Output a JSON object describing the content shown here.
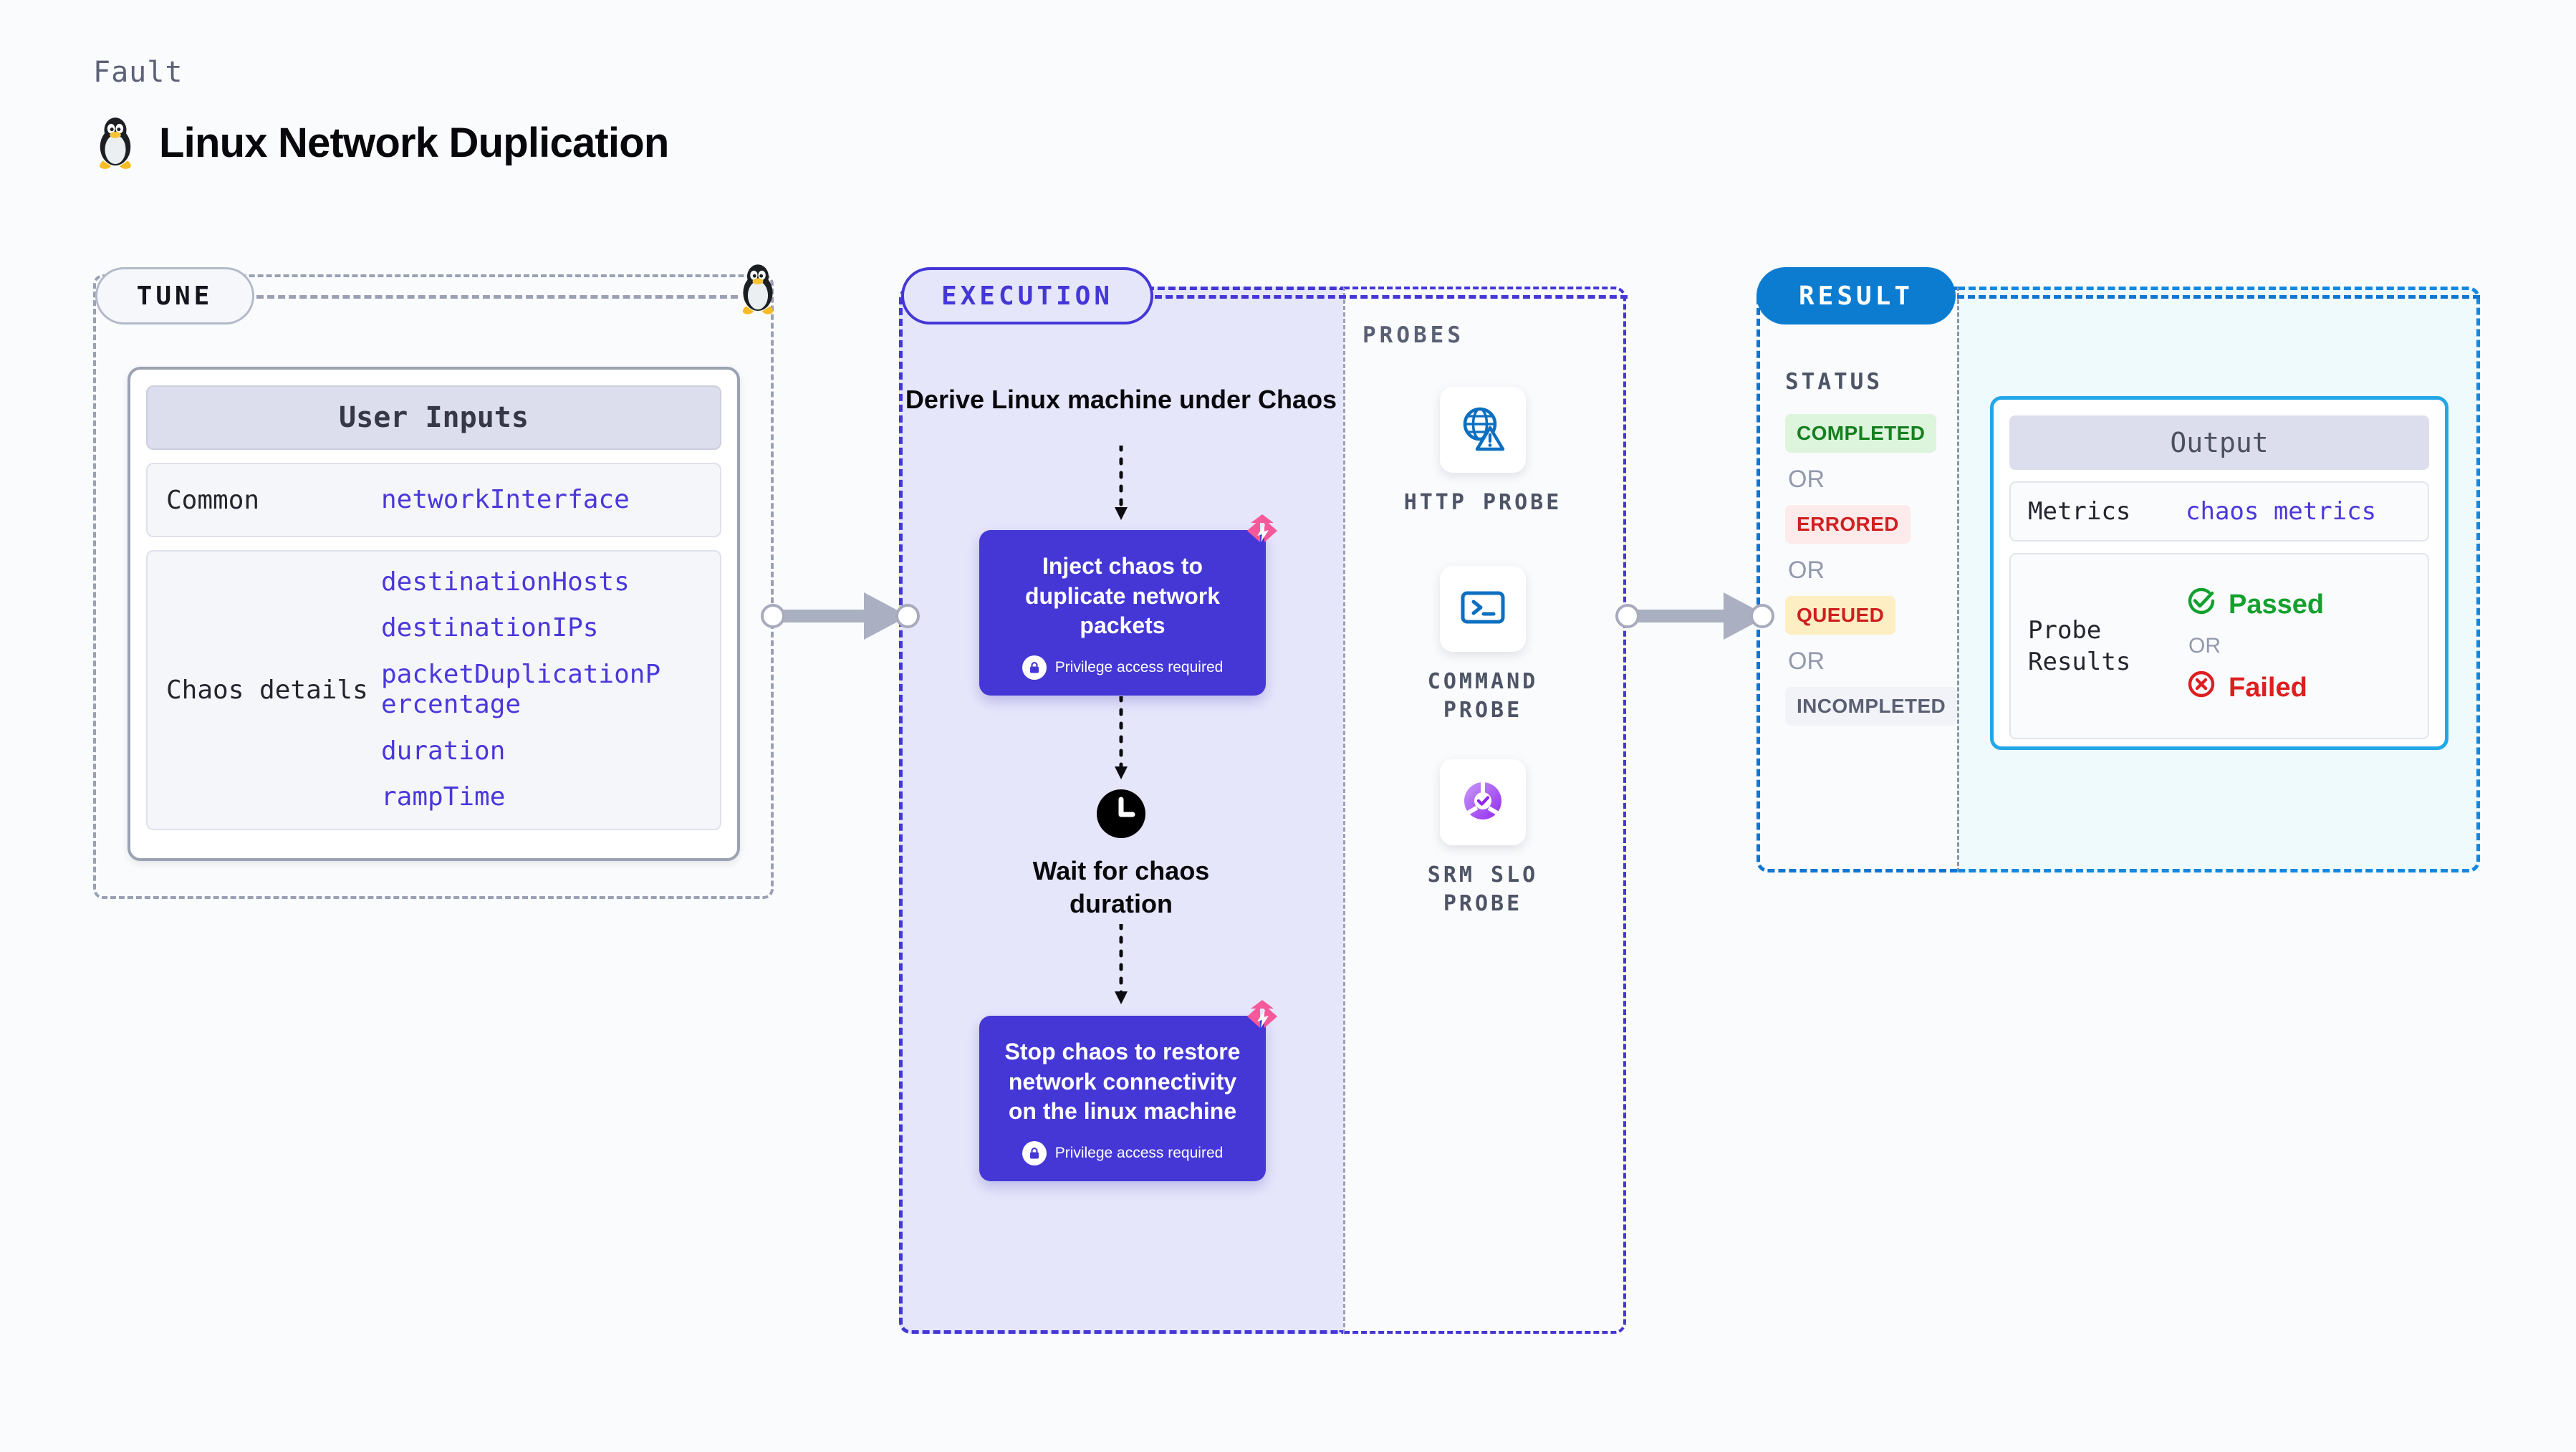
{
  "header": {
    "kicker": "Fault",
    "title": "Linux Network Duplication",
    "icon": "linux-penguin-icon"
  },
  "colors": {
    "execution_purple": "#4437d6",
    "execution_bg": "#e6e6fb",
    "result_blue": "#0c7cd0",
    "output_bg": "#effafd",
    "output_border": "#24a7e8",
    "chaos_pink": "#f6589a",
    "mono_value_blue": "#4a38db"
  },
  "tune": {
    "pill_label": "TUNE",
    "card_title": "User Inputs",
    "rows": [
      {
        "label": "Common",
        "values": [
          "networkInterface"
        ]
      },
      {
        "label": "Chaos details",
        "values": [
          "destinationHosts",
          "destinationIPs",
          "packetDuplicationPercentage",
          "duration",
          "rampTime"
        ]
      }
    ]
  },
  "execution": {
    "pill_label": "EXECUTION",
    "start_label": "Derive Linux machine under Chaos",
    "step1": {
      "title": "Inject chaos to duplicate network packets",
      "note": "Privilege access required"
    },
    "wait_label": "Wait for chaos duration",
    "step2": {
      "title": "Stop chaos to restore network connectivity on the linux machine",
      "note": "Privilege access required"
    }
  },
  "probes": {
    "title": "PROBES",
    "items": [
      {
        "name": "HTTP PROBE",
        "icon": "globe-warning-icon"
      },
      {
        "name": "COMMAND PROBE",
        "icon": "terminal-icon"
      },
      {
        "name": "SRM SLO PROBE",
        "icon": "srm-slo-icon"
      }
    ]
  },
  "result": {
    "pill_label": "RESULT",
    "status_title": "STATUS",
    "or_label": "OR",
    "statuses": [
      {
        "label": "COMPLETED",
        "fg": "#15801f",
        "bg": "#ddf4dd"
      },
      {
        "label": "ERRORED",
        "fg": "#d12020",
        "bg": "#fdeaea"
      },
      {
        "label": "QUEUED",
        "fg": "#cf1f1f",
        "bg": "#fdeec3"
      },
      {
        "label": "INCOMPLETED",
        "fg": "#5a6074",
        "bg": "#f2f3f8"
      }
    ]
  },
  "output": {
    "card_title": "Output",
    "metrics_label": "Metrics",
    "metrics_value": "chaos metrics",
    "probe_results_label": "Probe Results",
    "passed_label": "Passed",
    "failed_label": "Failed",
    "or_label": "OR"
  }
}
